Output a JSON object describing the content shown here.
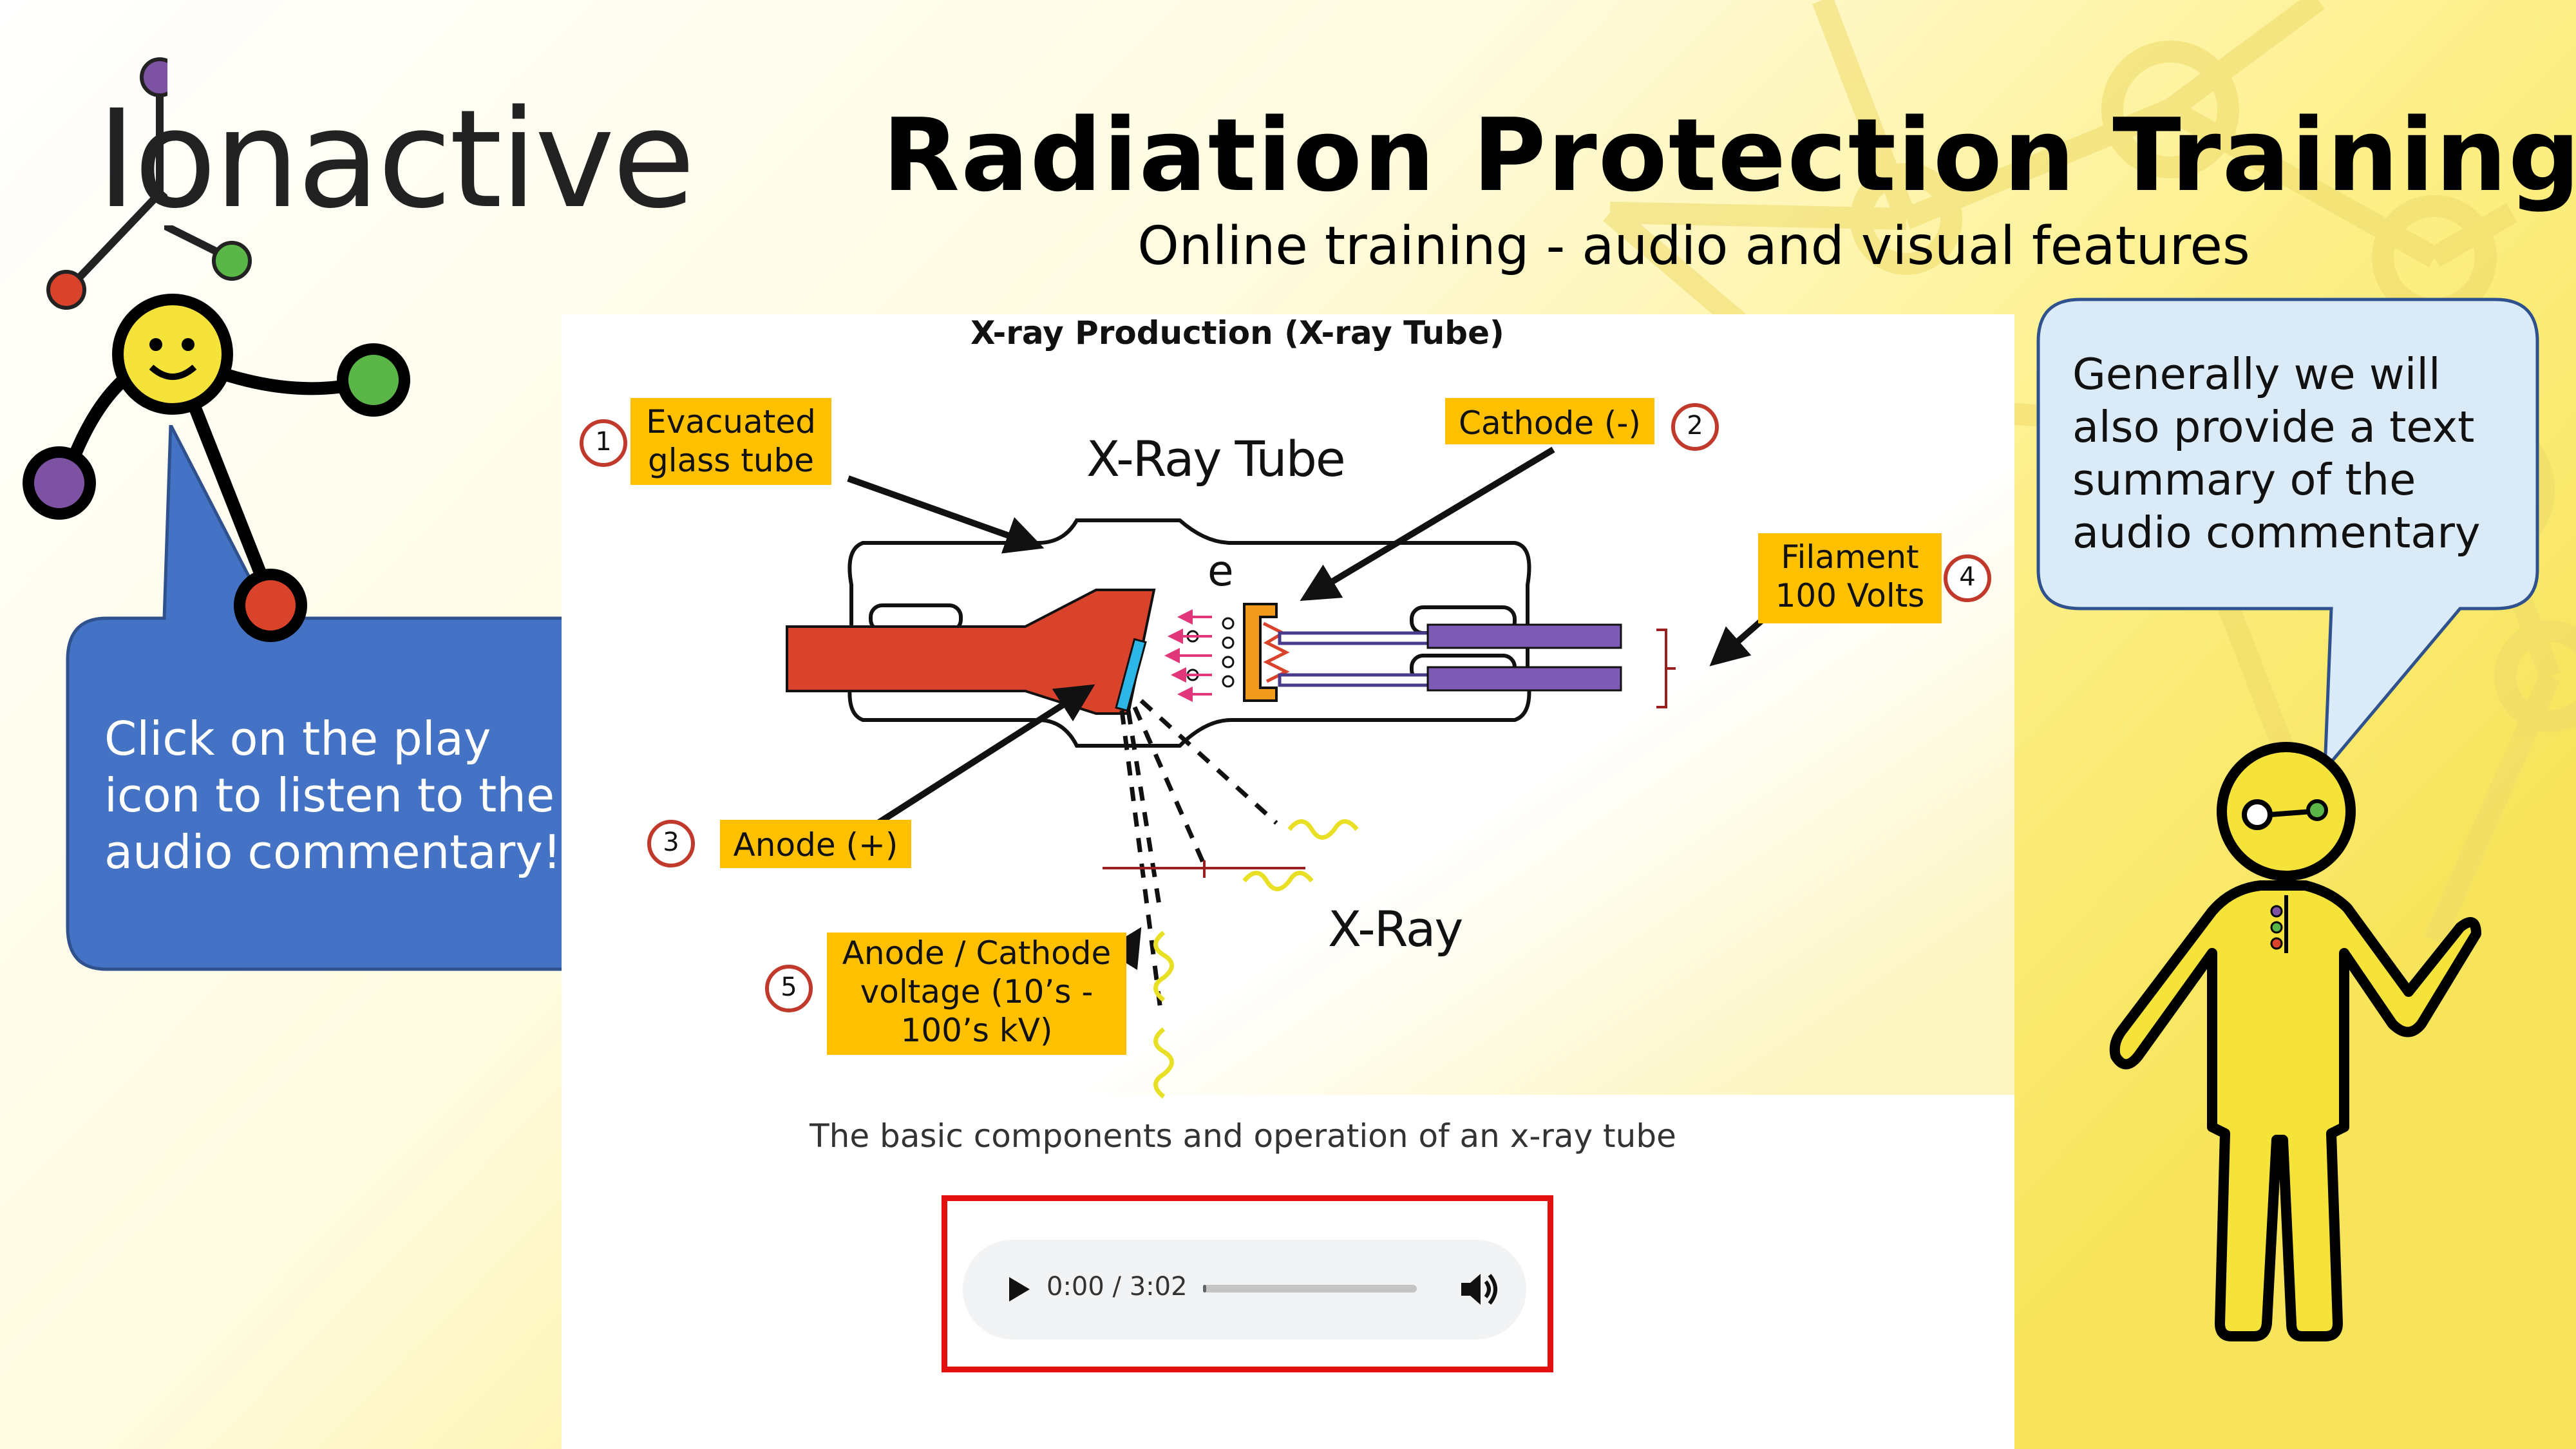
{
  "brand": {
    "logo_text": "Ionactive"
  },
  "header": {
    "title": "Radiation Protection Training",
    "subtitle": "Online training  - audio and visual features"
  },
  "diagram": {
    "heading": "X-ray Production (X-ray Tube)",
    "tube_label": "X-Ray Tube",
    "electron_label": "e",
    "xray_label": "X-Ray",
    "labels": [
      {
        "num": "1",
        "lines": [
          "Evacuated",
          "glass tube"
        ]
      },
      {
        "num": "2",
        "lines": [
          "Cathode (-)"
        ]
      },
      {
        "num": "3",
        "lines": [
          "Anode (+)"
        ]
      },
      {
        "num": "4",
        "lines": [
          "Filament",
          "100 Volts"
        ]
      },
      {
        "num": "5",
        "lines": [
          "Anode / Cathode",
          "voltage (10’s  -",
          "100’s kV)"
        ]
      }
    ],
    "caption": "The basic components and operation of an x-ray tube"
  },
  "left_bubble": {
    "lines": [
      "Click on the play",
      "icon to listen to the",
      "audio commentary!"
    ]
  },
  "right_bubble": {
    "lines": [
      "Generally we will",
      "also provide a text",
      "summary of the",
      "audio commentary"
    ]
  },
  "audio_player": {
    "time": "0:00 / 3:02",
    "progress": 0.0,
    "play_icon": "play-icon",
    "volume_icon": "volume-icon"
  },
  "colors": {
    "title_text": "#000000",
    "bubble_blue": "#4472c4",
    "bubble_light": "#dbeaf7",
    "label_yellow": "#ffc000",
    "anode_red": "#d9432c",
    "highlight_red": "#e31010",
    "figure_yellow": "#f5e33a"
  }
}
